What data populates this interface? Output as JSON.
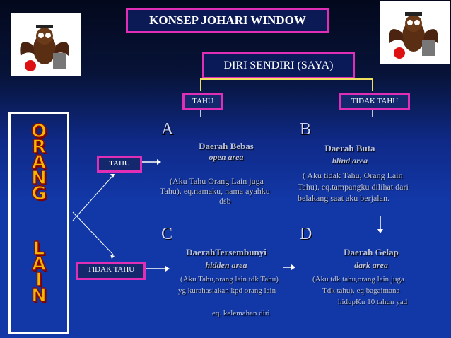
{
  "title": "KONSEP JOHARI  WINDOW",
  "self_box": "DIRI SENDIRI (SAYA)",
  "top_labels": {
    "tahu": "TAHU",
    "tidak_tahu": "TIDAK TAHU"
  },
  "side_labels": {
    "tahu": "TAHU",
    "tidak_tahu": "TIDAK TAHU"
  },
  "vertical_words": [
    "O",
    "R",
    "A",
    "N",
    "G",
    "L",
    "A",
    "I",
    "N"
  ],
  "quadrants": {
    "a": {
      "letter": "A",
      "heading": "Daerah Bebas",
      "sub": "open area",
      "lines": [
        "(Aku Tahu Orang Lain juga",
        "Tahu). eq.namaku, nama  ayahku",
        "dsb"
      ]
    },
    "b": {
      "letter": "B",
      "heading": "Daerah Buta",
      "sub": "blind area",
      "lines": [
        "( Aku tidak Tahu, Orang Lain",
        "Tahu). eq.tampangku dilihat dari",
        "belakang saat aku berjalan."
      ]
    },
    "c": {
      "letter": "C",
      "heading": "DaerahTersembunyi",
      "sub": "hidden area",
      "lines": [
        "(Aku Tahu,orang lain tdk Tahu)",
        "yg kurahasiakan kpd orang lain",
        "eq. kelemahan diri"
      ]
    },
    "d": {
      "letter": "D",
      "heading": "Daerah Gelap",
      "sub": "dark area",
      "lines": [
        "(Aku tdk tahu,orang lain juga",
        "Tdk tahu). eq.bagaimana",
        "hidupKu 10 tahun yad"
      ]
    }
  }
}
